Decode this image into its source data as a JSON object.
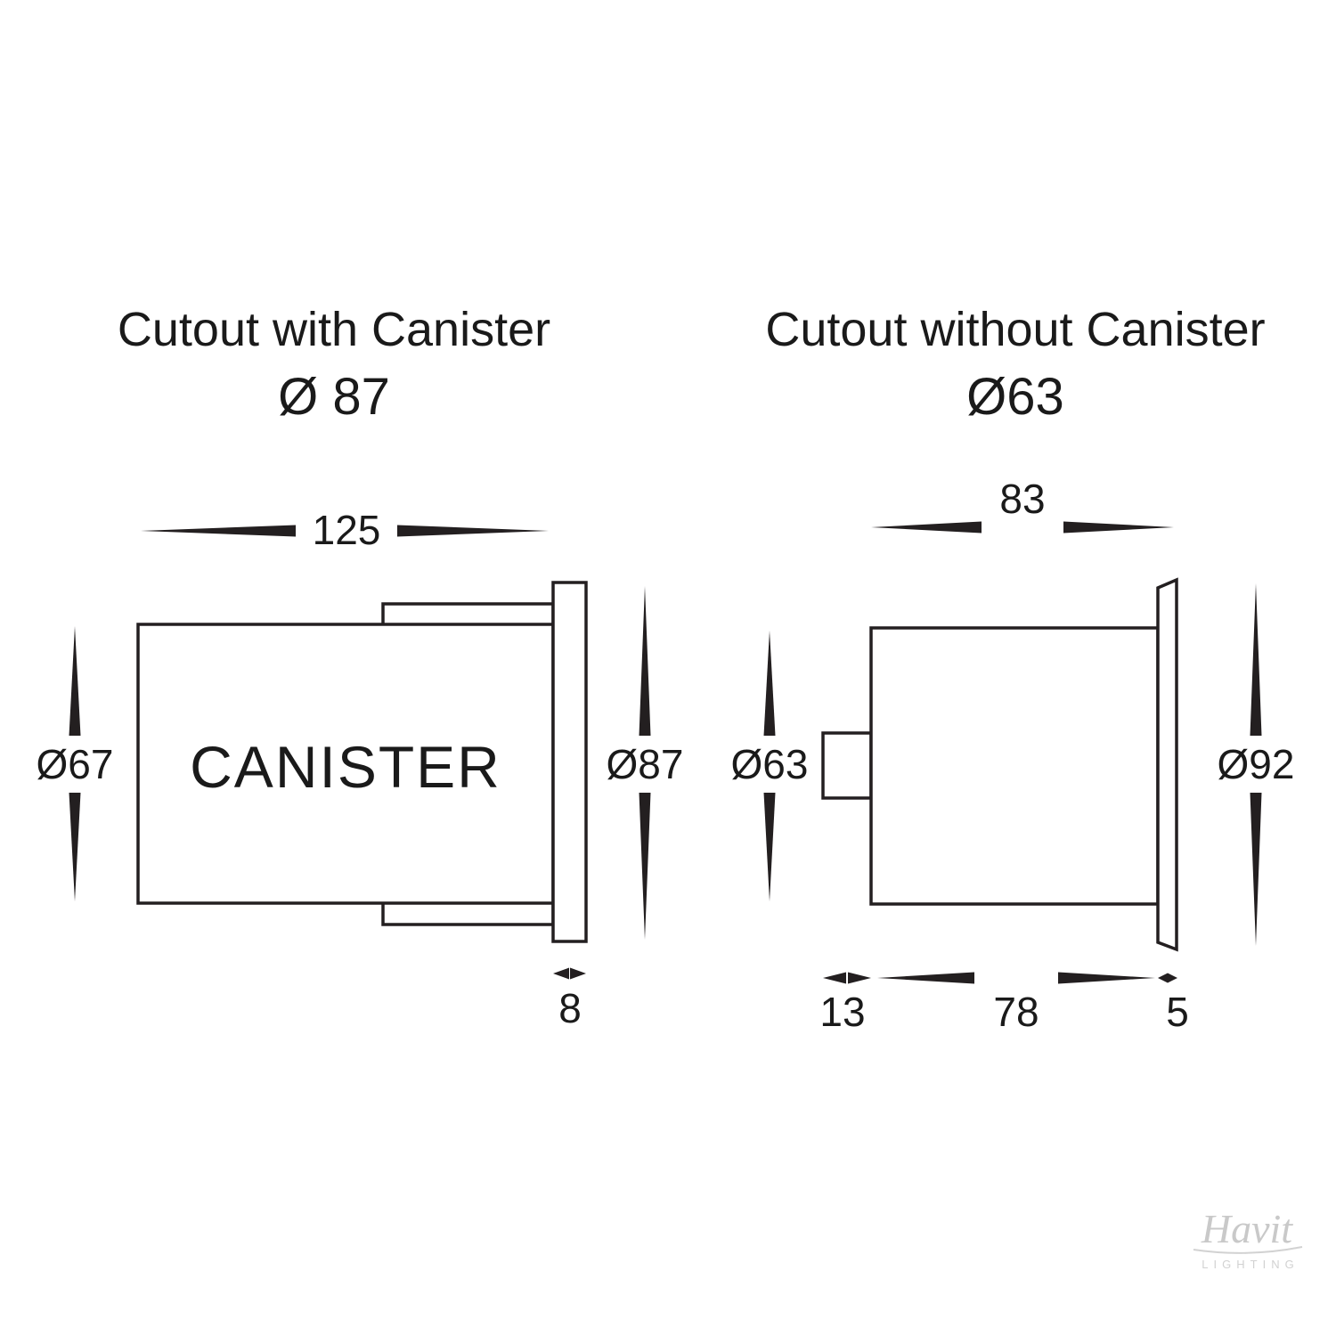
{
  "drawing": {
    "left": {
      "title": "Cutout with Canister",
      "cutout_diameter": "Ø 87",
      "body_label": "CANISTER",
      "dim_depth": "125",
      "dim_body_diameter": "Ø67",
      "dim_plate_diameter": "Ø87",
      "dim_plate_thickness": "8"
    },
    "right": {
      "title": "Cutout without Canister",
      "cutout_diameter": "Ø63",
      "dim_body_width": "83",
      "dim_body_diameter": "Ø63",
      "dim_plate_diameter": "Ø92",
      "dim_connector_depth": "13",
      "dim_body_depth": "78",
      "dim_plate_thickness": "5"
    },
    "watermark": "Havit",
    "watermark_sub": "LIGHTING",
    "colors": {
      "line": "#231f20",
      "text": "#1a1a1a",
      "watermark": "#c9c9c9",
      "background": "#ffffff"
    }
  }
}
